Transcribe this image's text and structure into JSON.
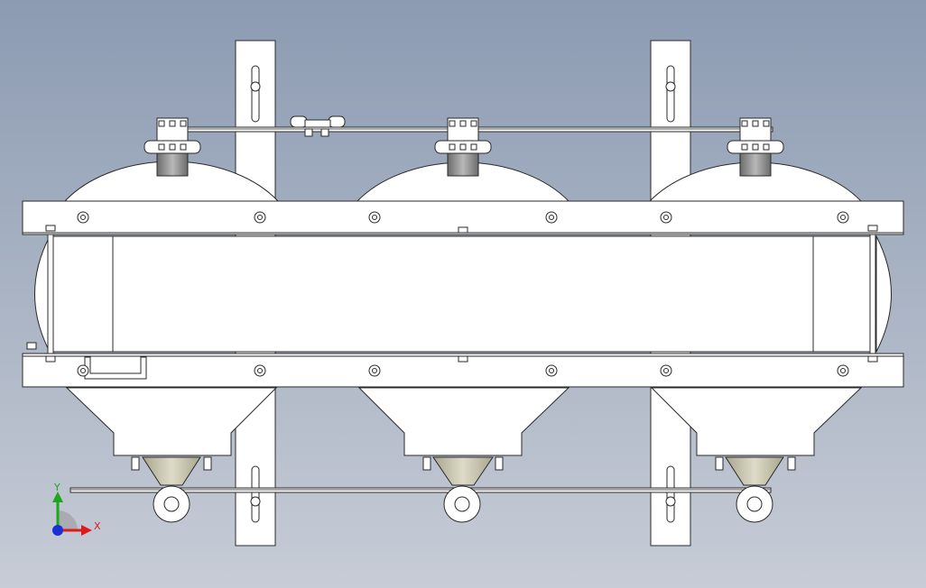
{
  "viewport": {
    "background_top": "#8c9bb2",
    "background_bottom": "#c7ccd6"
  },
  "triad": {
    "x_label": "X",
    "y_label": "Y",
    "x_color": "#e01a1a",
    "y_color": "#1ea61e",
    "z_color": "#1a2fd6"
  },
  "model": {
    "line_color": "#2a2a2a",
    "face_color": "#ffffff",
    "cone_color": "#c9c6b0",
    "hopper_count": 3
  }
}
